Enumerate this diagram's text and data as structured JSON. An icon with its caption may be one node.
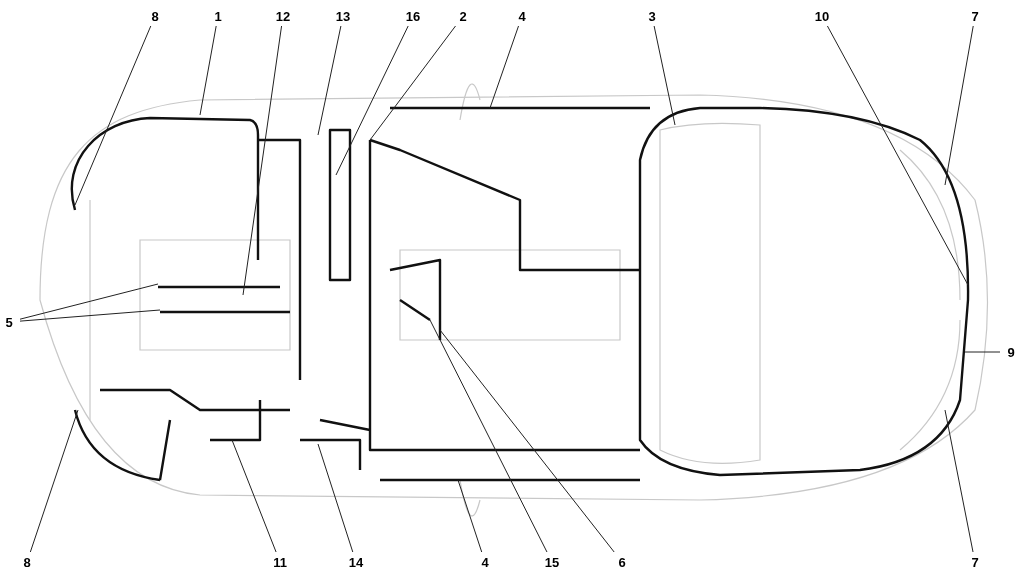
{
  "diagram": {
    "nodes": [
      {
        "text": [
          "8"
        ]
      },
      {
        "text": [
          "1"
        ]
      },
      {
        "text": [
          "12"
        ]
      },
      {
        "text": [
          "13"
        ]
      },
      {
        "text": [
          "16"
        ]
      },
      {
        "text": [
          "2"
        ]
      },
      {
        "text": [
          "4"
        ]
      },
      {
        "text": [
          "3"
        ]
      },
      {
        "text": [
          "10"
        ]
      },
      {
        "text": [
          "7"
        ]
      },
      {
        "text": [
          "5"
        ]
      },
      {
        "text": [
          "9"
        ]
      },
      {
        "text": [
          "8"
        ]
      },
      {
        "text": [
          "11"
        ]
      },
      {
        "text": [
          "14"
        ]
      },
      {
        "text": [
          "4"
        ]
      },
      {
        "text": [
          "15"
        ]
      },
      {
        "text": [
          "6"
        ]
      },
      {
        "text": [
          "7"
        ]
      }
    ],
    "edges": [
      {
        "from": 0,
        "to": null,
        "arrow": "none"
      },
      {
        "from": 1,
        "to": null,
        "arrow": "none"
      },
      {
        "from": 2,
        "to": null,
        "arrow": "none"
      },
      {
        "from": 3,
        "to": null,
        "arrow": "none"
      },
      {
        "from": 4,
        "to": null,
        "arrow": "none"
      },
      {
        "from": 5,
        "to": null,
        "arrow": "none"
      },
      {
        "from": 6,
        "to": null,
        "arrow": "none"
      },
      {
        "from": 7,
        "to": null,
        "arrow": "none"
      },
      {
        "from": 8,
        "to": null,
        "arrow": "none"
      },
      {
        "from": 9,
        "to": null,
        "arrow": "none"
      },
      {
        "from": 10,
        "to": null,
        "arrow": "none"
      },
      {
        "from": 10,
        "to": null,
        "arrow": "none"
      },
      {
        "from": 11,
        "to": null,
        "arrow": "none"
      },
      {
        "from": 12,
        "to": null,
        "arrow": "none"
      },
      {
        "from": 13,
        "to": null,
        "arrow": "none"
      },
      {
        "from": 14,
        "to": null,
        "arrow": "none"
      },
      {
        "from": 15,
        "to": null,
        "arrow": "none"
      },
      {
        "from": 16,
        "to": null,
        "arrow": "none"
      },
      {
        "from": 17,
        "to": null,
        "arrow": "none"
      },
      {
        "from": 18,
        "to": null,
        "arrow": "none"
      }
    ]
  }
}
